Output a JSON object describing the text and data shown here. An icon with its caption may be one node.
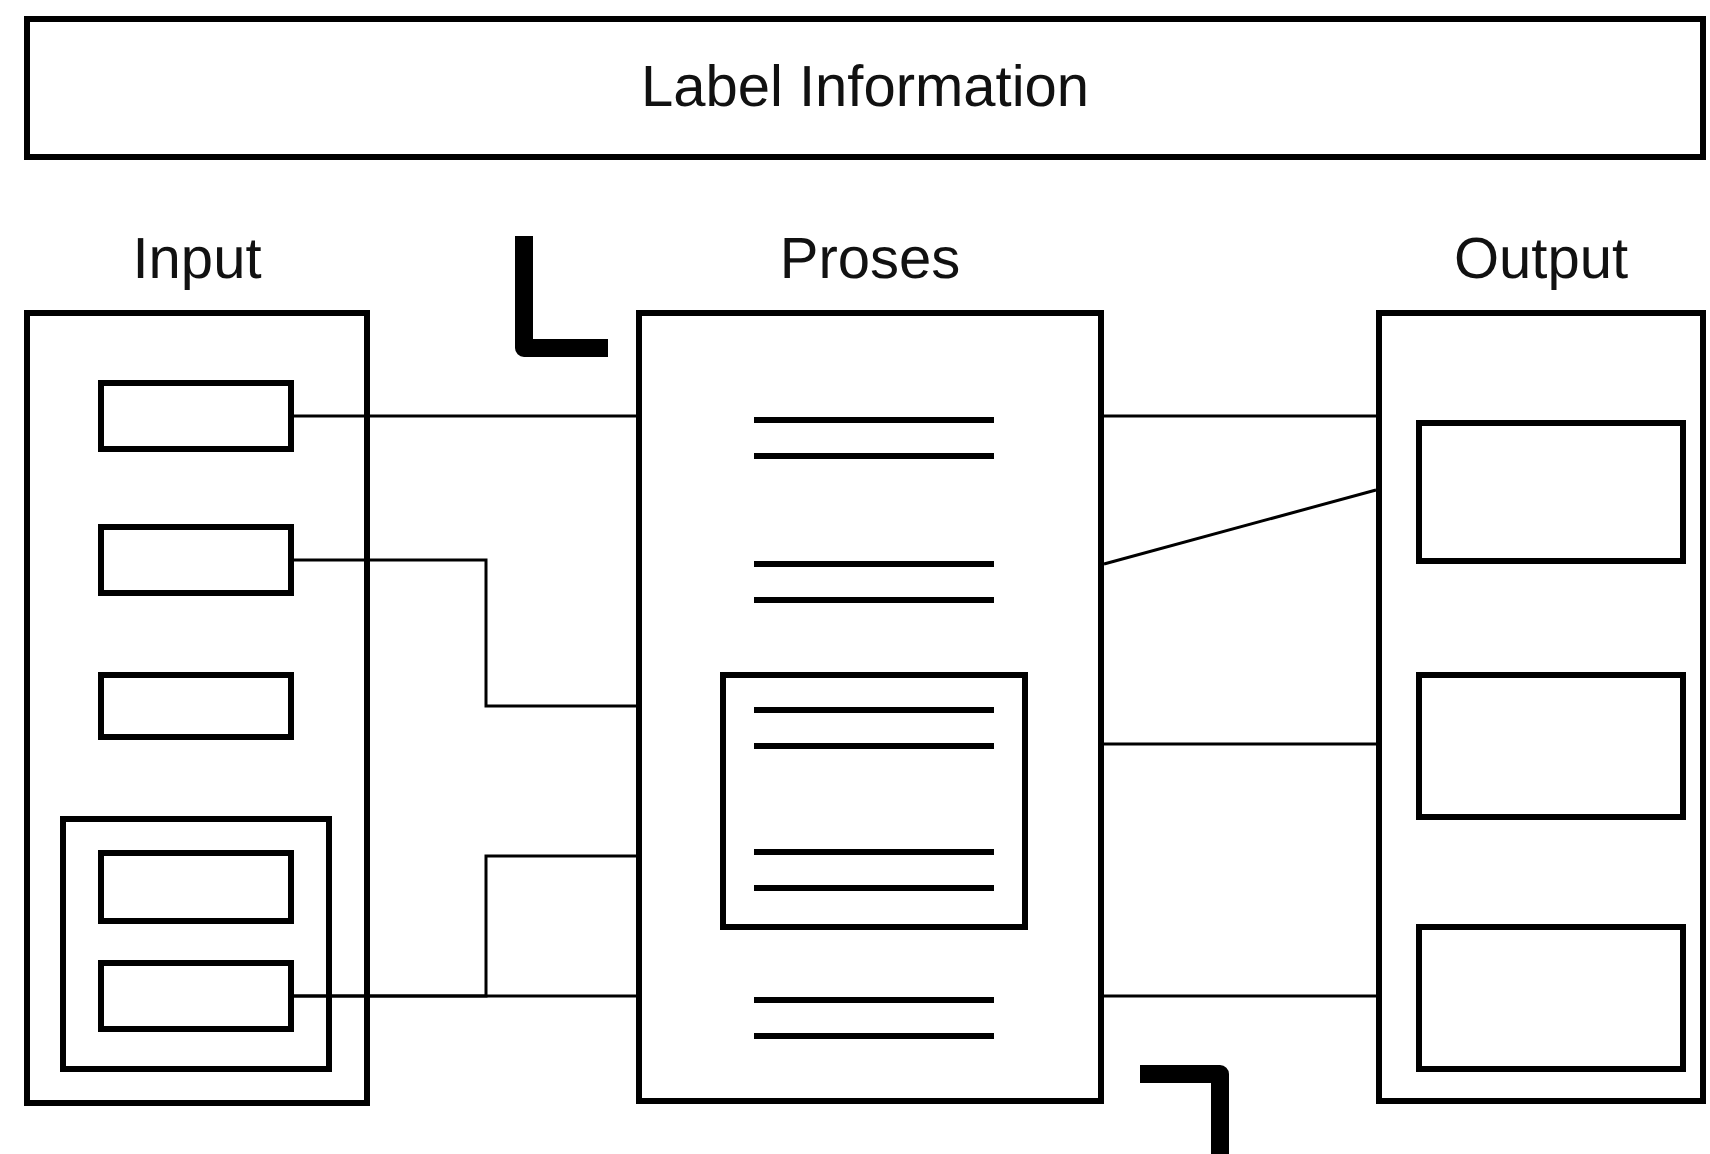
{
  "diagram": {
    "nodes": [
      {
        "text": [
          "Label Information"
        ]
      },
      {
        "text": [
          "Input"
        ]
      },
      {
        "text": [],
        "shape": "box",
        "in": 1
      },
      {
        "text": [],
        "shape": "box",
        "in": 1
      },
      {
        "text": [],
        "shape": "box",
        "in": 1
      },
      {
        "text": [],
        "shape": "box",
        "in": 1
      },
      {
        "text": [],
        "shape": "box",
        "in": 5
      },
      {
        "text": [],
        "shape": "box",
        "in": 5
      },
      {
        "text": [
          "Proses"
        ]
      },
      {
        "text": [],
        "shape": "box",
        "in": 8
      },
      {
        "text": [
          "Output"
        ]
      },
      {
        "text": [],
        "shape": "box",
        "in": 10
      },
      {
        "text": [],
        "shape": "box",
        "in": 10
      },
      {
        "text": [],
        "shape": "box",
        "in": 10
      }
    ],
    "edges": [
      {
        "from": 2,
        "to": 8,
        "arrow": "none"
      },
      {
        "from": 3,
        "to": 8,
        "arrow": "none"
      },
      {
        "from": 7,
        "to": 8,
        "arrow": "none"
      },
      {
        "from": 7,
        "to": 8,
        "arrow": "none"
      },
      {
        "from": 8,
        "to": 10,
        "arrow": "none"
      },
      {
        "from": 8,
        "to": 10,
        "arrow": "none"
      },
      {
        "from": 8,
        "to": 10,
        "arrow": "none"
      },
      {
        "from": 8,
        "to": 10,
        "arrow": "none"
      }
    ]
  }
}
